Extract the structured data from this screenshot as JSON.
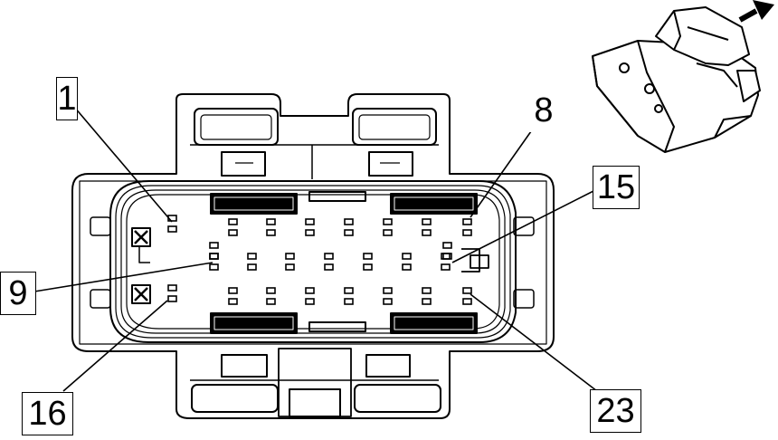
{
  "diagram": {
    "line_color": "#000000",
    "background": "#ffffff",
    "callouts": {
      "pin_1": "1",
      "pin_8": "8",
      "pin_9": "9",
      "pin_15": "15",
      "pin_16": "16",
      "pin_23": "23"
    },
    "icons": {
      "direction_arrow": "arrow-icon",
      "connector_inset": "connector-perspective-icon"
    }
  }
}
